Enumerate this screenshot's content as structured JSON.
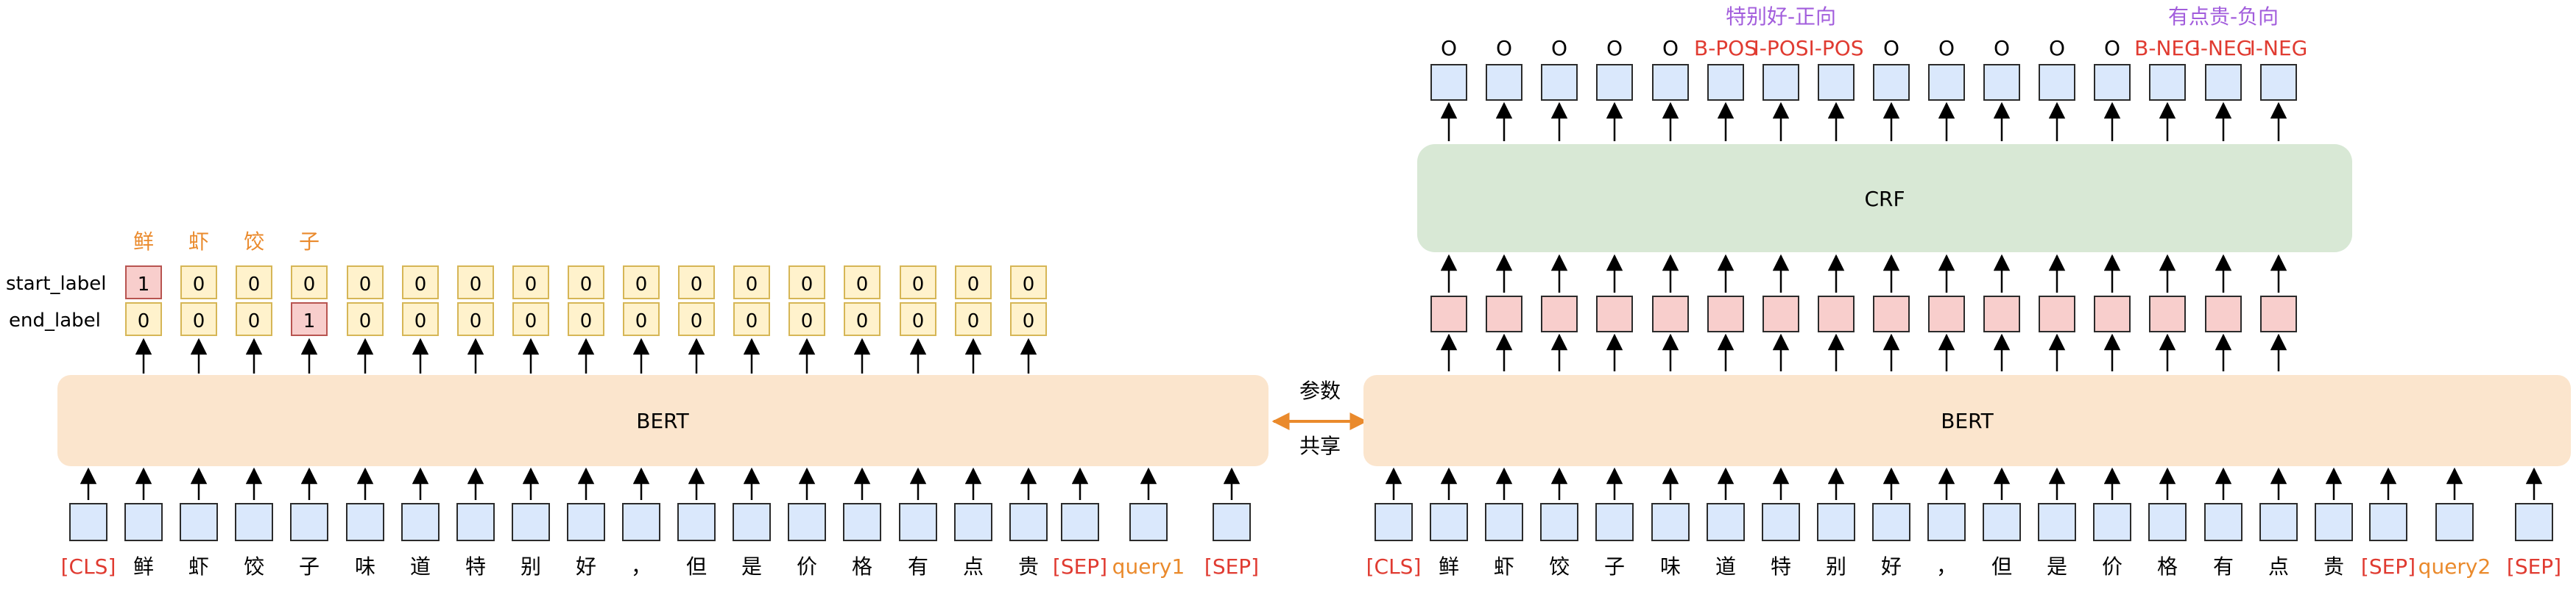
{
  "colors": {
    "token_fill": "#dae8fc",
    "token_stroke": "#2b2b2b",
    "bert_fill": "#fbe5cd",
    "crf_fill": "#d8e8d5",
    "label_fill": "#fff2cc",
    "label_stroke": "#d6b656",
    "highlight_fill": "#f8cecc",
    "red_text": "#e03b31",
    "orange_text": "#ea8a2c",
    "purple_text": "#a25ddc",
    "arrow": "#000000"
  },
  "left": {
    "bert_label": "BERT",
    "tokens": [
      "[CLS]",
      "鲜",
      "虾",
      "饺",
      "子",
      "味",
      "道",
      "特",
      "别",
      "好",
      "，",
      "但",
      "是",
      "价",
      "格",
      "有",
      "点",
      "贵",
      "[SEP]",
      "query1",
      "[SEP]"
    ],
    "token_styles": [
      "red",
      "plain",
      "plain",
      "plain",
      "plain",
      "plain",
      "plain",
      "plain",
      "plain",
      "plain",
      "plain",
      "plain",
      "plain",
      "plain",
      "plain",
      "plain",
      "plain",
      "plain",
      "red",
      "orange",
      "red"
    ],
    "start_label_title": "start_label",
    "end_label_title": "end_label",
    "start_labels": [
      "1",
      "0",
      "0",
      "0",
      "0",
      "0",
      "0",
      "0",
      "0",
      "0",
      "0",
      "0",
      "0",
      "0",
      "0",
      "0",
      "0"
    ],
    "end_labels": [
      "0",
      "0",
      "0",
      "1",
      "0",
      "0",
      "0",
      "0",
      "0",
      "0",
      "0",
      "0",
      "0",
      "0",
      "0",
      "0",
      "0"
    ],
    "answer_chars": [
      "鲜",
      "虾",
      "饺",
      "子"
    ]
  },
  "shared": {
    "line1": "参数",
    "line2": "共享"
  },
  "right": {
    "bert_label": "BERT",
    "crf_label": "CRF",
    "tokens": [
      "[CLS]",
      "鲜",
      "虾",
      "饺",
      "子",
      "味",
      "道",
      "特",
      "别",
      "好",
      "，",
      "但",
      "是",
      "价",
      "格",
      "有",
      "点",
      "贵",
      "[SEP]",
      "query2",
      "[SEP]"
    ],
    "token_styles": [
      "red",
      "plain",
      "plain",
      "plain",
      "plain",
      "plain",
      "plain",
      "plain",
      "plain",
      "plain",
      "plain",
      "plain",
      "plain",
      "plain",
      "plain",
      "plain",
      "plain",
      "plain",
      "red",
      "orange",
      "red"
    ],
    "tags": [
      "O",
      "O",
      "O",
      "O",
      "O",
      "B-POS",
      "I-POS",
      "I-POS",
      "O",
      "O",
      "O",
      "O",
      "O",
      "B-NEG",
      "I-NEG",
      "I-NEG"
    ],
    "tag_styles": [
      "plain",
      "plain",
      "plain",
      "plain",
      "plain",
      "red",
      "red",
      "red",
      "plain",
      "plain",
      "plain",
      "plain",
      "plain",
      "red",
      "red",
      "red"
    ],
    "span_annotations": [
      "特别好-正向",
      "有点贵-负向"
    ]
  }
}
